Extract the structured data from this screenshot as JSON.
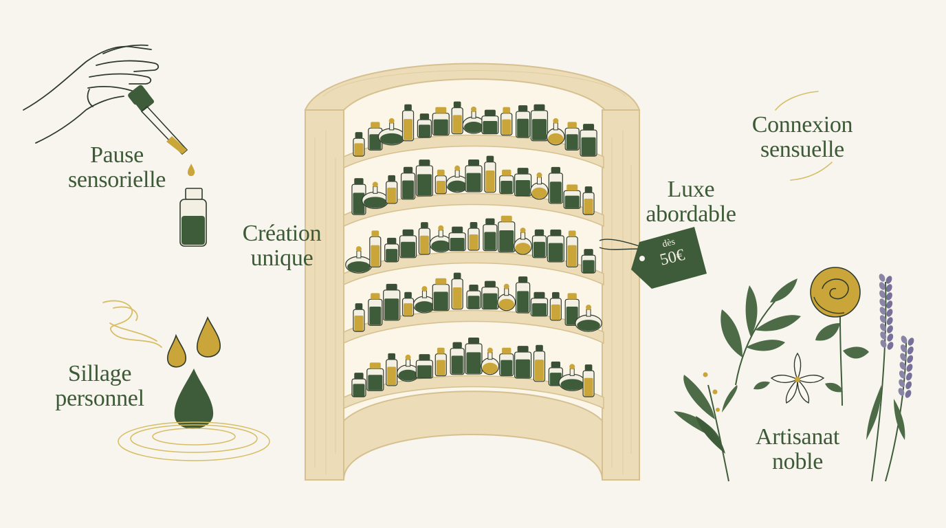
{
  "labels": {
    "pause_sensorielle": {
      "line1": "Pause",
      "line2": "sensorielle"
    },
    "connexion_sensuelle": {
      "line1": "Connexion",
      "line2": "sensuelle"
    },
    "luxe_abordable": {
      "line1": "Luxe",
      "line2": "abordable"
    },
    "creation_unique": {
      "line1": "Création",
      "line2": "unique"
    },
    "sillage_personnel": {
      "line1": "Sillage",
      "line2": "personnel"
    },
    "artisanat_noble": {
      "line1": "Artisanat",
      "line2": "noble"
    }
  },
  "price_tag": {
    "prefix": "dès",
    "price": "50€"
  },
  "colors": {
    "background": "#f7f5ee",
    "text_green": "#3d5a37",
    "bottle_green": "#3f5c3a",
    "gold": "#c9a53a",
    "wood": "#ecdcb8",
    "wood_edge": "#d6c08f"
  },
  "icons": [
    "hand-dropper-icon",
    "oil-drops-icon",
    "scent-swirl-icon",
    "botanical-bouquet-icon",
    "price-tag-icon",
    "perfume-shelf-icon"
  ]
}
